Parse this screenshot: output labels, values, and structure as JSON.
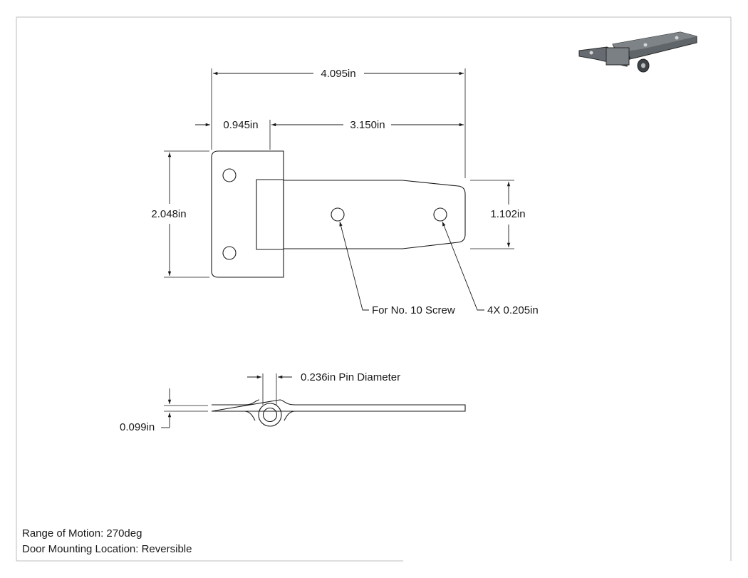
{
  "dimensions": {
    "overall_length": "4.095in",
    "knuckle_leaf_width": "0.945in",
    "strap_length": "3.150in",
    "leaf_height": "2.048in",
    "strap_height": "1.102in",
    "pin_diameter": "0.236in Pin Diameter",
    "thickness": "0.099in"
  },
  "callouts": {
    "screw": "For No. 10 Screw",
    "holes": "4X 0.205in"
  },
  "notes": {
    "range_of_motion": "Range of Motion: 270deg",
    "door_mounting": "Door Mounting Location: Reversible"
  },
  "colors": {
    "line": "#1a1a1a",
    "hinge_metal": "#555b5f"
  }
}
